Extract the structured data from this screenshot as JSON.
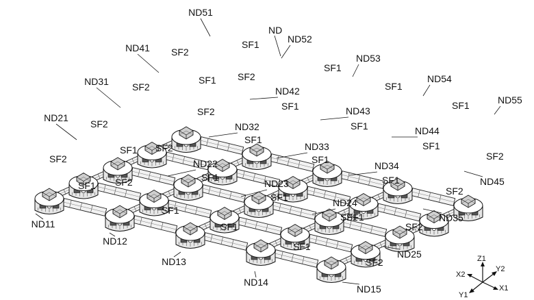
{
  "node_labels": [
    [
      "ND11",
      "ND12",
      "ND13",
      "ND14",
      "ND15"
    ],
    [
      "ND21",
      "ND22",
      "ND23",
      "ND24",
      "ND25"
    ],
    [
      "ND31",
      "ND32",
      "ND33",
      "ND34",
      "ND35"
    ],
    [
      "ND41",
      "ND42",
      "ND43",
      "ND44",
      "ND45"
    ],
    [
      "ND51",
      "ND52",
      "ND53",
      "ND54",
      "ND55"
    ]
  ],
  "node_group_label": "ND",
  "shaft_labels": {
    "sf1": "SF1",
    "sf2": "SF2"
  },
  "axes": {
    "z": "Z1",
    "y": "Y2",
    "x2": "X2",
    "x1": "X1",
    "y1": "Y1"
  }
}
